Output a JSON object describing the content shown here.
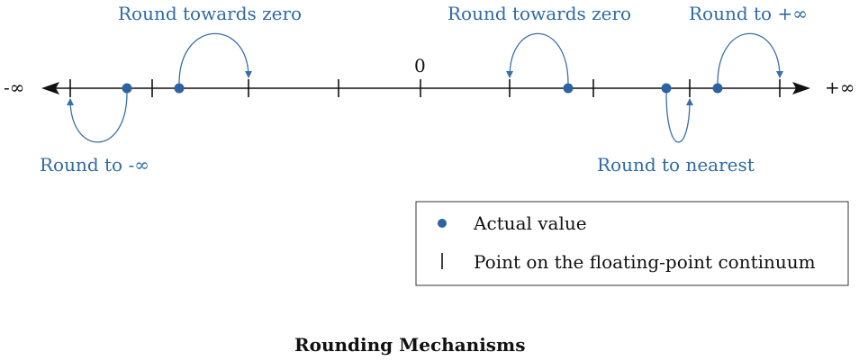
{
  "number_line": {
    "neg_inf_label": "-∞",
    "pos_inf_label": "+∞",
    "zero_label": "0"
  },
  "annotations": {
    "round_toward_zero_left": "Round towards zero",
    "round_toward_zero_right": "Round towards zero",
    "round_to_pos_inf": "Round to +∞",
    "round_to_neg_inf": "Round to -∞",
    "round_to_nearest": "Round to nearest"
  },
  "legend": {
    "actual_value_label": "Actual value",
    "fp_point_label": "Point on the floating-point continuum"
  },
  "caption": "Rounding Mechanisms",
  "colors": {
    "annotation_blue": "#2e6aa6",
    "dot_blue": "#2e62a0",
    "axis_black": "#111111"
  }
}
